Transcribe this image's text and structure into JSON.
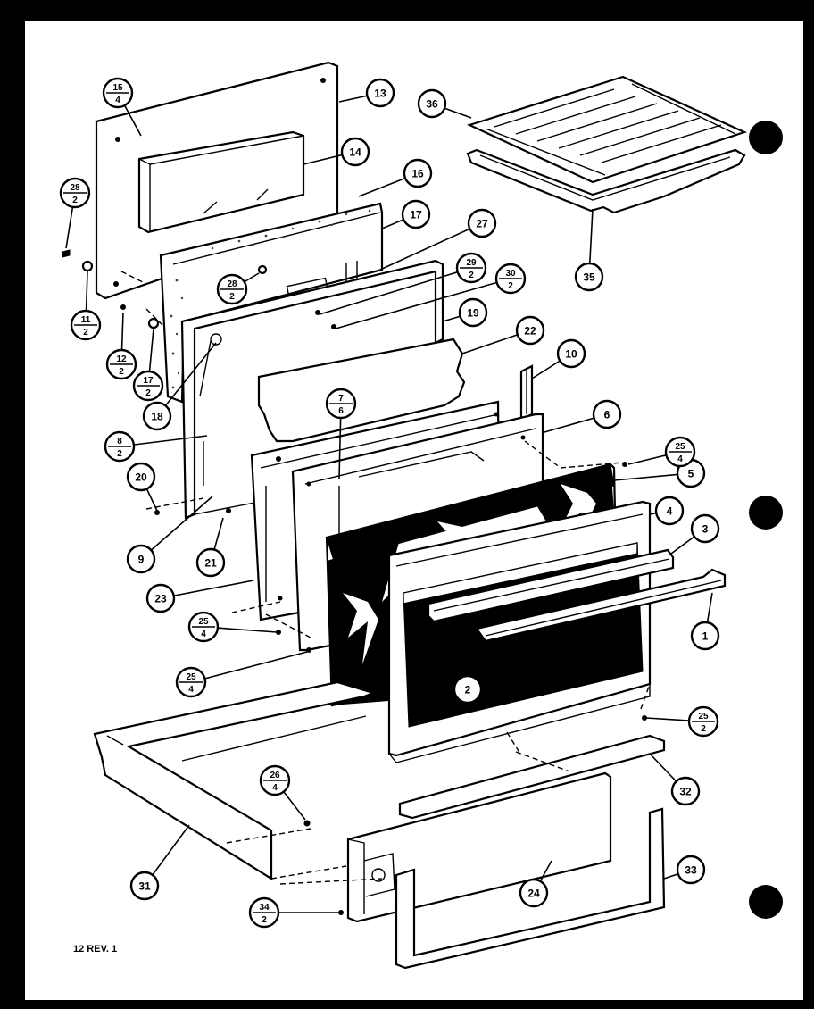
{
  "footer": {
    "revision_label": "12 REV. 1"
  },
  "colors": {
    "ink": "#000000",
    "paper": "#ffffff",
    "border": "#000000"
  },
  "callouts": [
    {
      "id": "c13",
      "label": "13"
    },
    {
      "id": "c14",
      "label": "14"
    },
    {
      "id": "c16",
      "label": "16"
    },
    {
      "id": "c17",
      "label": "17"
    },
    {
      "id": "c27",
      "label": "27"
    },
    {
      "id": "c19",
      "label": "19"
    },
    {
      "id": "c22",
      "label": "22"
    },
    {
      "id": "c10",
      "label": "10"
    },
    {
      "id": "c6",
      "label": "6"
    },
    {
      "id": "c5",
      "label": "5"
    },
    {
      "id": "c4",
      "label": "4"
    },
    {
      "id": "c3",
      "label": "3"
    },
    {
      "id": "c1",
      "label": "1"
    },
    {
      "id": "c2",
      "label": "2"
    },
    {
      "id": "c32",
      "label": "32"
    },
    {
      "id": "c33",
      "label": "33"
    },
    {
      "id": "c24",
      "label": "24"
    },
    {
      "id": "c31",
      "label": "31"
    },
    {
      "id": "c36",
      "label": "36"
    },
    {
      "id": "c35",
      "label": "35"
    },
    {
      "id": "c20",
      "label": "20"
    },
    {
      "id": "c9",
      "label": "9"
    },
    {
      "id": "c21",
      "label": "21"
    },
    {
      "id": "c23",
      "label": "23"
    },
    {
      "id": "c18",
      "label": "18"
    }
  ],
  "fractions": [
    {
      "id": "f15_4",
      "num": "15",
      "den": "4"
    },
    {
      "id": "f28_2a",
      "num": "28",
      "den": "2"
    },
    {
      "id": "f11_2",
      "num": "11",
      "den": "2"
    },
    {
      "id": "f12_2",
      "num": "12",
      "den": "2"
    },
    {
      "id": "f17_2",
      "num": "17",
      "den": "2"
    },
    {
      "id": "f28_2b",
      "num": "28",
      "den": "2"
    },
    {
      "id": "f29_2",
      "num": "29",
      "den": "2"
    },
    {
      "id": "f30_2",
      "num": "30",
      "den": "2"
    },
    {
      "id": "f7_6",
      "num": "7",
      "den": "6"
    },
    {
      "id": "f8_2",
      "num": "8",
      "den": "2"
    },
    {
      "id": "f25_4a",
      "num": "25",
      "den": "4"
    },
    {
      "id": "f25_4b",
      "num": "25",
      "den": "4"
    },
    {
      "id": "f25_4c",
      "num": "25",
      "den": "4"
    },
    {
      "id": "f25_2",
      "num": "25",
      "den": "2"
    },
    {
      "id": "f26_4",
      "num": "26",
      "den": "4"
    },
    {
      "id": "f34_2",
      "num": "34",
      "den": "2"
    }
  ]
}
